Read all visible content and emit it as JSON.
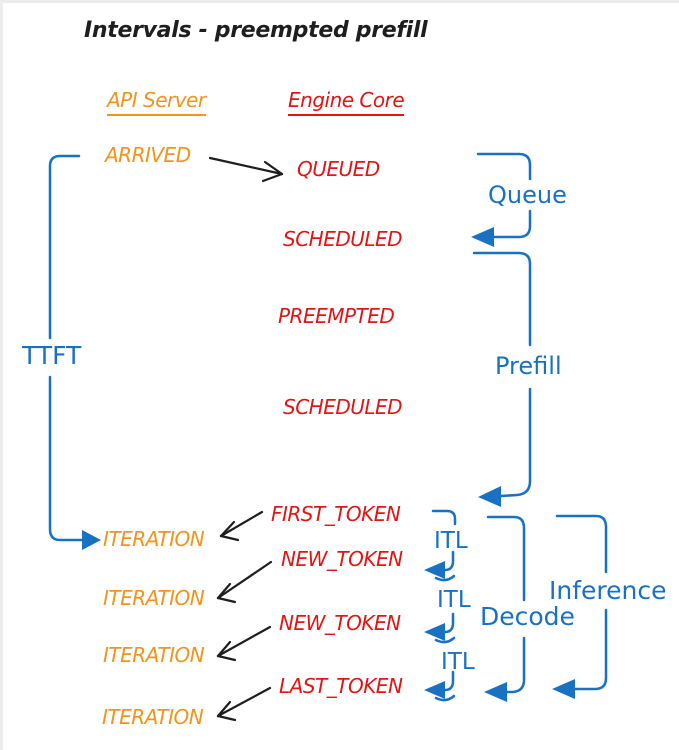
{
  "title": "Intervals - preempted prefill",
  "columns": {
    "api_server": "API Server",
    "engine_core": "Engine Core"
  },
  "api_events": {
    "arrived": "ARRIVED",
    "iteration_1": "ITERATION",
    "iteration_2": "ITERATION",
    "iteration_3": "ITERATION",
    "iteration_4": "ITERATION"
  },
  "engine_events": {
    "queued": "QUEUED",
    "scheduled_1": "SCHEDULED",
    "preempted": "PREEMPTED",
    "scheduled_2": "SCHEDULED",
    "first_token": "FIRST_TOKEN",
    "new_token_1": "NEW_TOKEN",
    "new_token_2": "NEW_TOKEN",
    "last_token": "LAST_TOKEN"
  },
  "intervals": {
    "ttft": "TTFT",
    "queue": "Queue",
    "prefill": "Prefill",
    "itl_1": "ITL",
    "itl_2": "ITL",
    "itl_3": "ITL",
    "decode": "Decode",
    "inference": "Inference"
  },
  "colors": {
    "accent_blue": "#1971c2",
    "event_red": "#e01616",
    "event_orange": "#f0941c",
    "ink_black": "#1e1e1e"
  }
}
